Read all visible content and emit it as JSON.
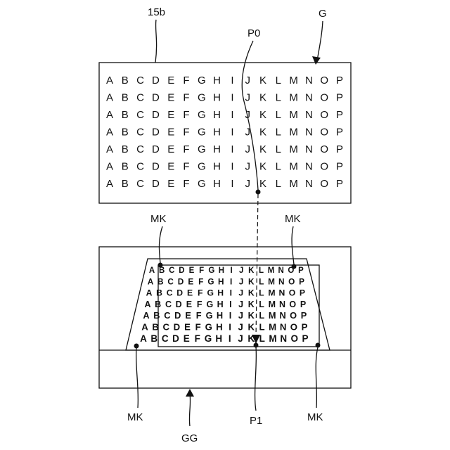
{
  "labels": {
    "screen": "15b",
    "image_g": "G",
    "point_p0": "P0",
    "point_p1": "P1",
    "image_gg": "GG",
    "marker": "MK"
  },
  "grid": {
    "letters": [
      "A",
      "B",
      "C",
      "D",
      "E",
      "F",
      "G",
      "H",
      "I",
      "J",
      "K",
      "L",
      "M",
      "N",
      "O",
      "P"
    ],
    "rows": 7
  }
}
